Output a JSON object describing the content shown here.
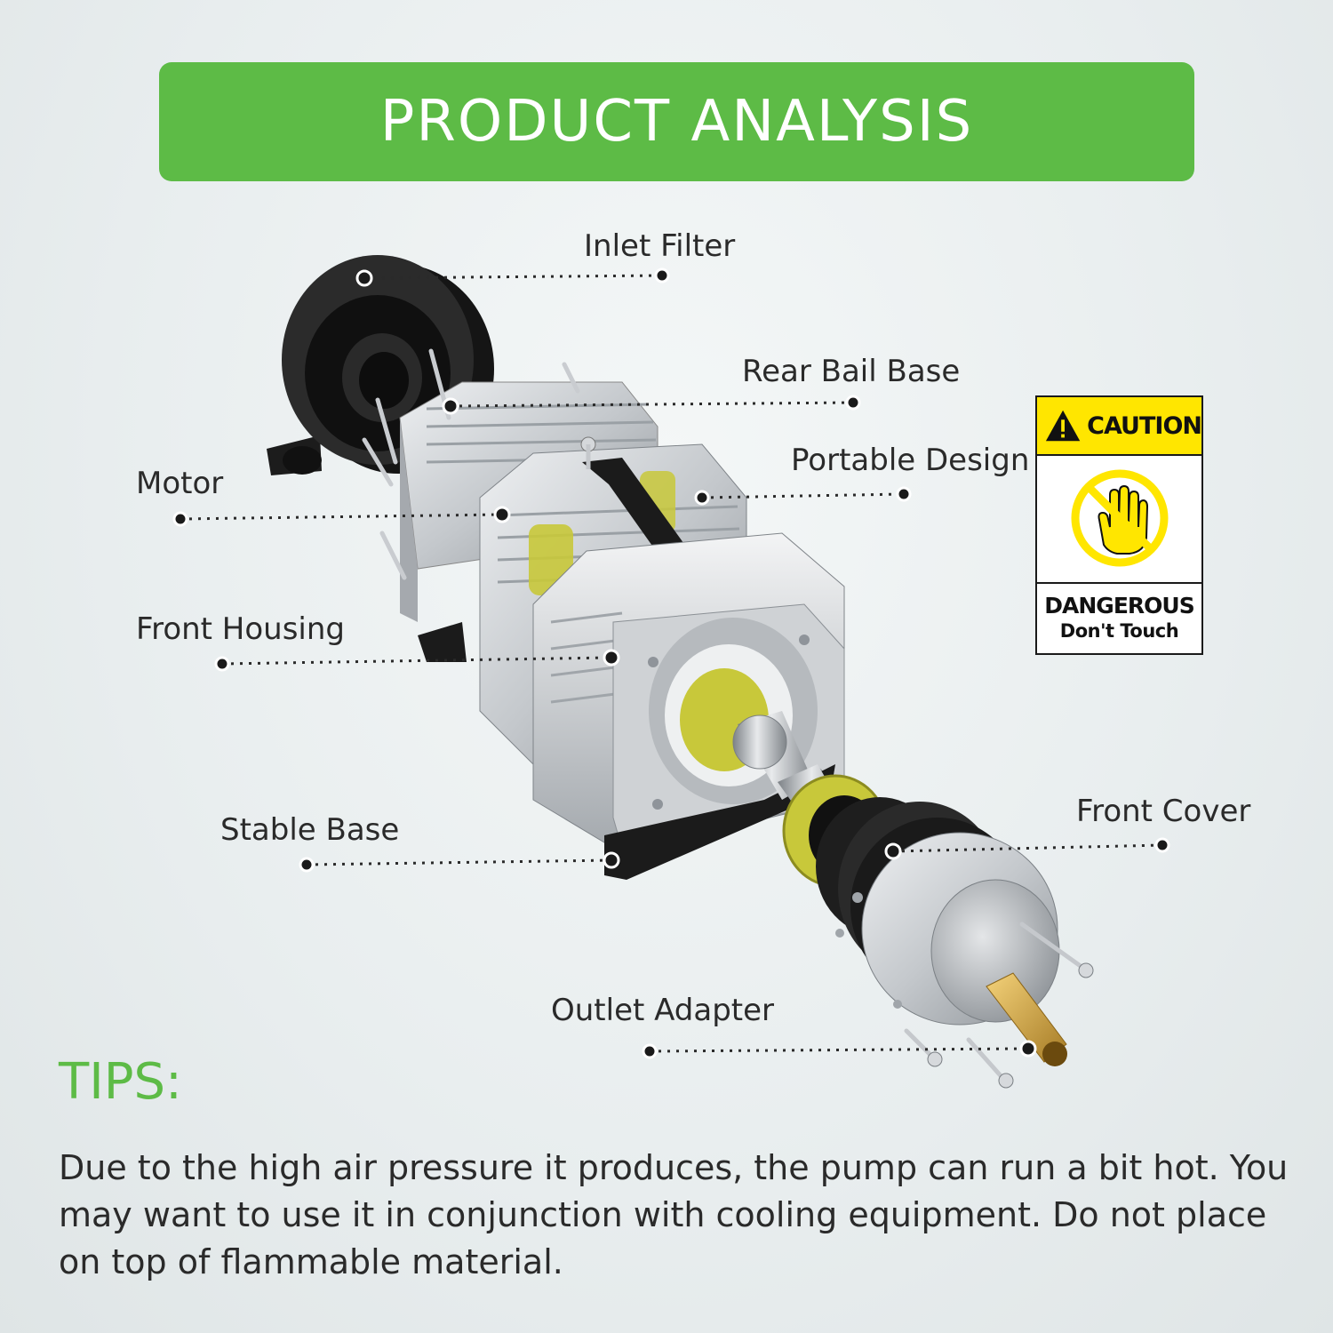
{
  "banner": {
    "title": "PRODUCT ANALYSIS"
  },
  "callouts": {
    "inlet_filter": "Inlet Filter",
    "rear_bail_base": "Rear Bail Base",
    "portable_design": "Portable Design",
    "motor": "Motor",
    "front_housing": "Front Housing",
    "stable_base": "Stable Base",
    "front_cover": "Front Cover",
    "outlet_adapter": "Outlet Adapter"
  },
  "caution_sign": {
    "header": "CAUTION",
    "line1": "DANGEROUS",
    "line2": "Don't Touch",
    "icons": [
      "warning-triangle-icon",
      "no-touch-hand-icon"
    ]
  },
  "tips": {
    "heading": "TIPS:",
    "body": "Due to the high air pressure it produces, the pump can run a bit hot. You may want to use it in conjunction with cooling equipment. Do not place on top of flammable material."
  },
  "colors": {
    "accent_green": "#5dbb46",
    "caution_yellow": "#ffe600",
    "aluminum": "#c9ccd0",
    "rubber_black": "#1e1e1e",
    "gasket_yellow": "#c8c83a"
  }
}
